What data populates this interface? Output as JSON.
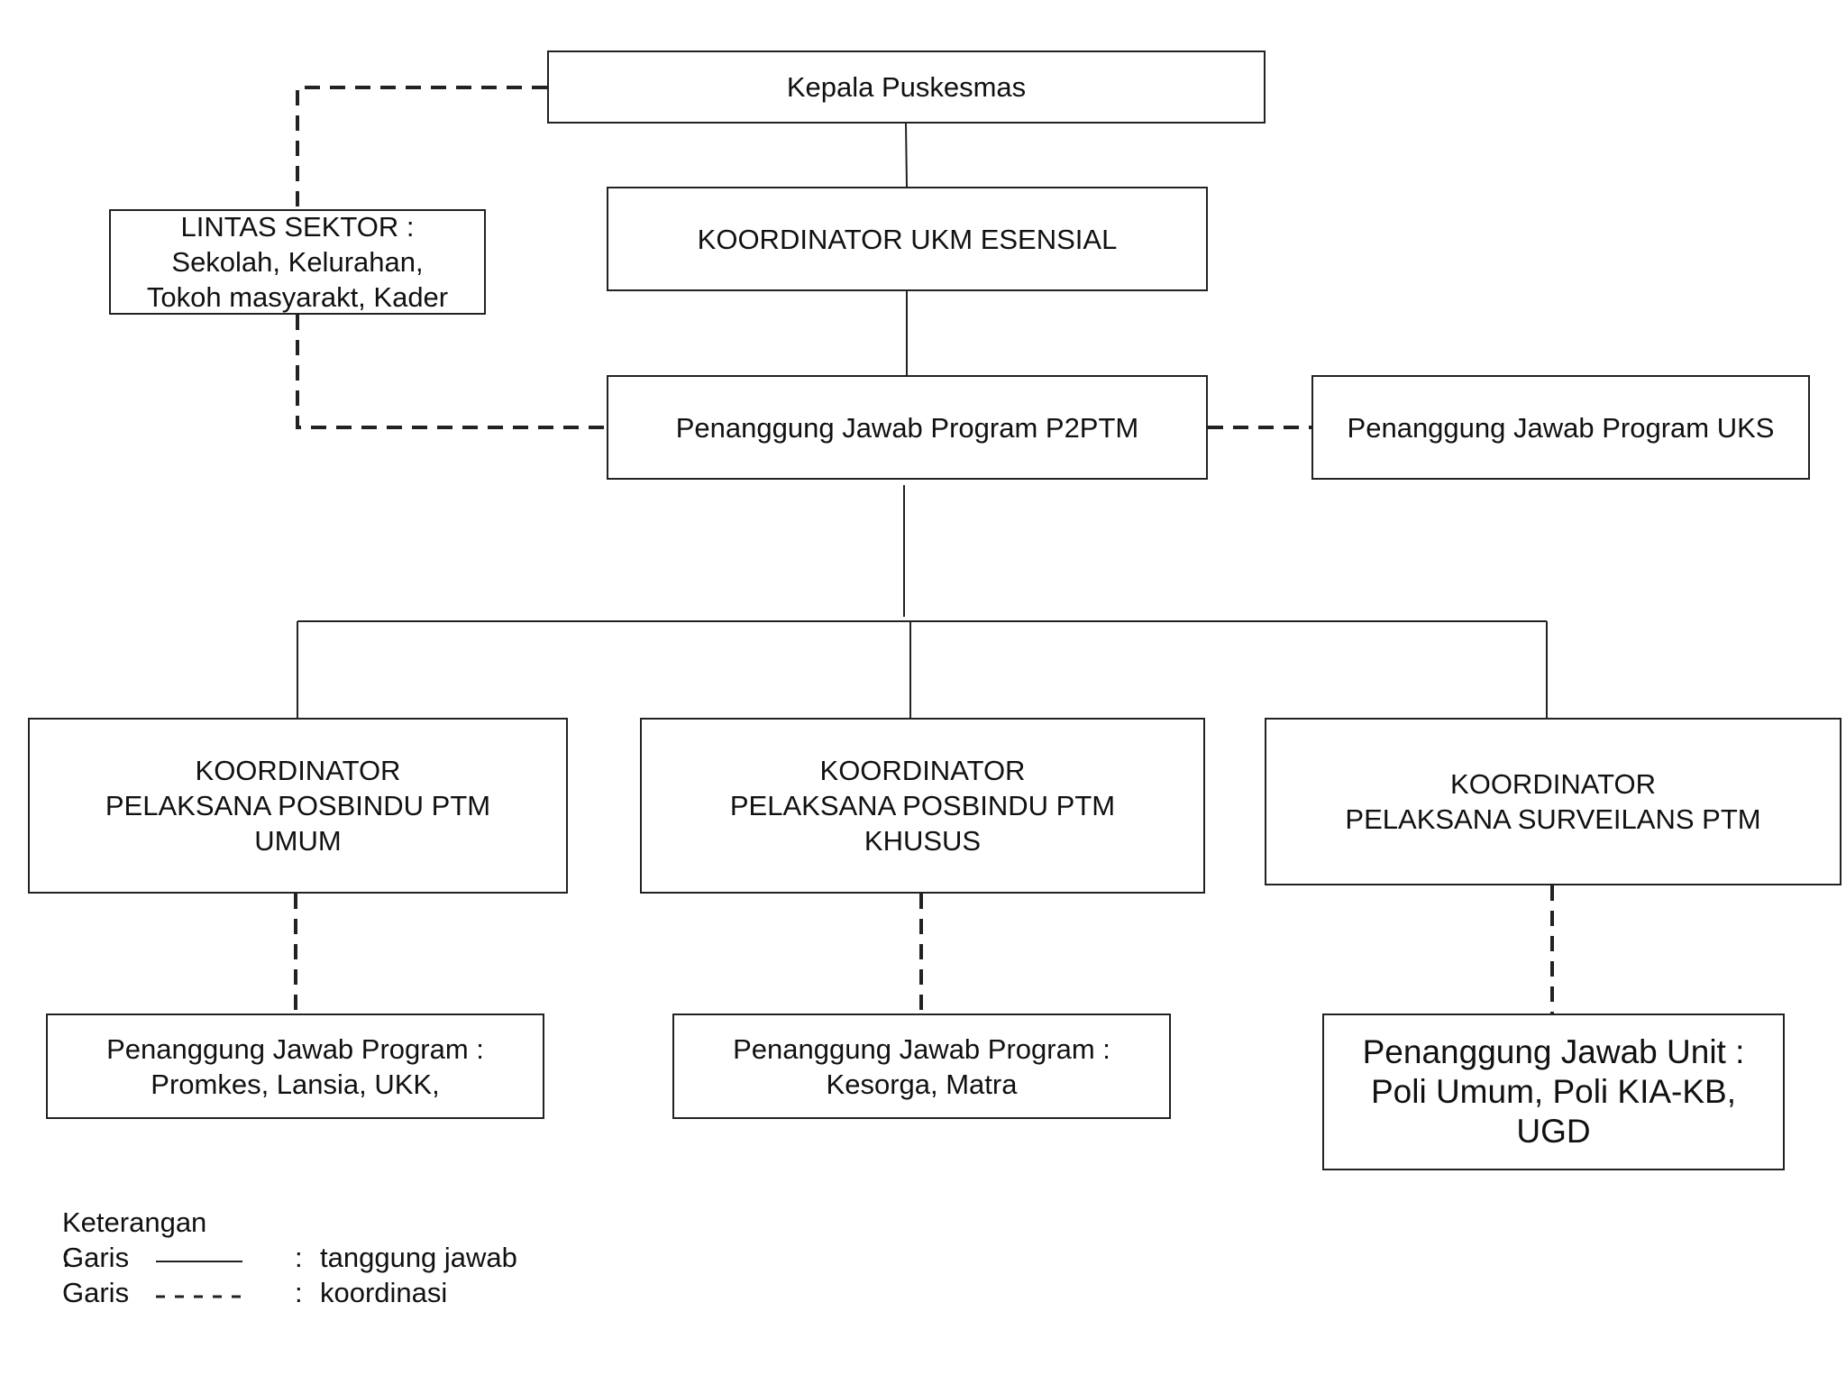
{
  "boxes": {
    "kepala": "Kepala Puskesmas",
    "koordinator_ukm": "KOORDINATOR UKM ESENSIAL",
    "lintas_sektor": "LINTAS SEKTOR :\nSekolah, Kelurahan,\nTokoh masyarakt, Kader",
    "pj_p2ptm": "Penanggung Jawab Program P2PTM",
    "pj_uks": "Penanggung Jawab Program UKS",
    "koord_posbindu_umum": "KOORDINATOR\nPELAKSANA POSBINDU PTM\nUMUM",
    "koord_posbindu_khusus": "KOORDINATOR\nPELAKSANA POSBINDU PTM\nKHUSUS",
    "koord_surveilans": "KOORDINATOR\nPELAKSANA SURVEILANS PTM",
    "pj_promkes": "Penanggung Jawab Program :\nPromkes, Lansia, UKK,",
    "pj_kesorga": "Penanggung Jawab Program :\nKesorga, Matra",
    "pj_unit": "Penanggung Jawab Unit :\nPoli Umum, Poli KIA-KB,\nUGD"
  },
  "legend": {
    "title": "Keterangan :",
    "rows": [
      {
        "label": "Garis",
        "colon": ":",
        "desc": "tanggung jawab",
        "line_style": "solid"
      },
      {
        "label": "Garis",
        "colon": ":",
        "desc": "koordinasi",
        "line_style": "dashed"
      }
    ]
  },
  "colors": {
    "line": "#222222",
    "text": "#111111",
    "background": "#ffffff"
  }
}
